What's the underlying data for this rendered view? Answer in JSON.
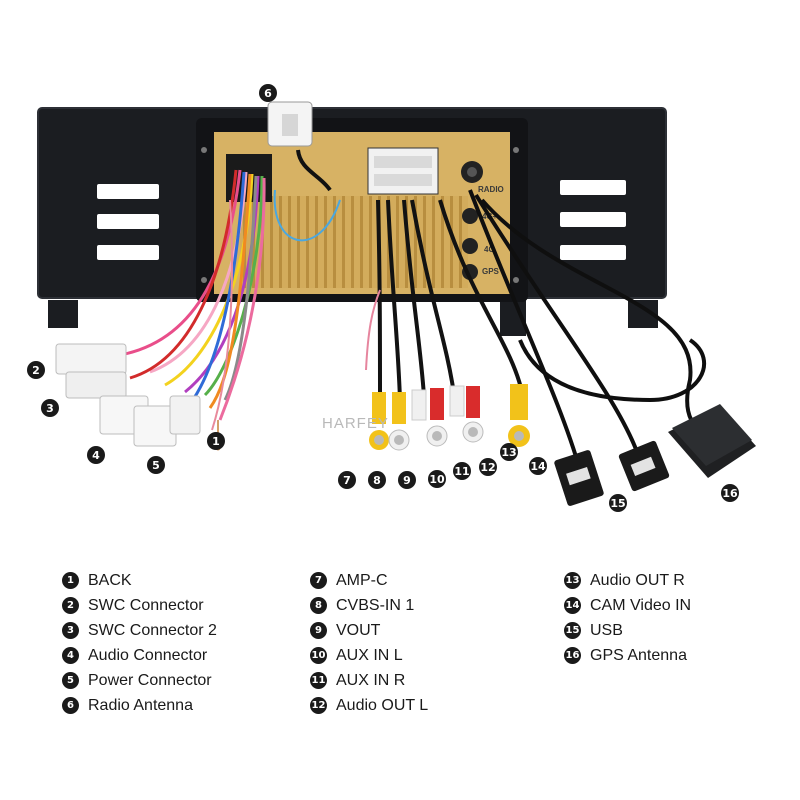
{
  "diagram": {
    "watermark": "HARFEY",
    "unit_port_labels": [
      "RADIO",
      "4G+",
      "4G",
      "GPS"
    ],
    "callouts": [
      {
        "num": "1"
      },
      {
        "num": "2"
      },
      {
        "num": "3"
      },
      {
        "num": "4"
      },
      {
        "num": "5"
      },
      {
        "num": "6"
      },
      {
        "num": "7"
      },
      {
        "num": "8"
      },
      {
        "num": "9"
      },
      {
        "num": "10"
      },
      {
        "num": "11"
      },
      {
        "num": "12"
      },
      {
        "num": "13"
      },
      {
        "num": "14"
      },
      {
        "num": "15"
      },
      {
        "num": "16"
      }
    ],
    "colors": {
      "bezel": "#1b1d21",
      "chassis": "#d7b264",
      "badge": "#1a1a1a",
      "rca_yellow": "#f2c21a",
      "rca_red": "#d92c2c",
      "rca_white": "#f0f0f0"
    }
  },
  "legend": {
    "columns": [
      [
        {
          "num": "1",
          "label": "BACK"
        },
        {
          "num": "2",
          "label": "SWC Connector"
        },
        {
          "num": "3",
          "label": "SWC Connector 2"
        },
        {
          "num": "4",
          "label": "Audio Connector"
        },
        {
          "num": "5",
          "label": "Power Connector"
        },
        {
          "num": "6",
          "label": "Radio Antenna"
        }
      ],
      [
        {
          "num": "7",
          "label": "AMP-C"
        },
        {
          "num": "8",
          "label": "CVBS-IN 1"
        },
        {
          "num": "9",
          "label": "VOUT"
        },
        {
          "num": "10",
          "label": "AUX IN L"
        },
        {
          "num": "11",
          "label": "AUX IN R"
        },
        {
          "num": "12",
          "label": "Audio OUT L"
        }
      ],
      [
        {
          "num": "13",
          "label": "Audio OUT R"
        },
        {
          "num": "14",
          "label": "CAM Video IN"
        },
        {
          "num": "15",
          "label": "USB"
        },
        {
          "num": "16",
          "label": "GPS Antenna"
        }
      ]
    ]
  }
}
